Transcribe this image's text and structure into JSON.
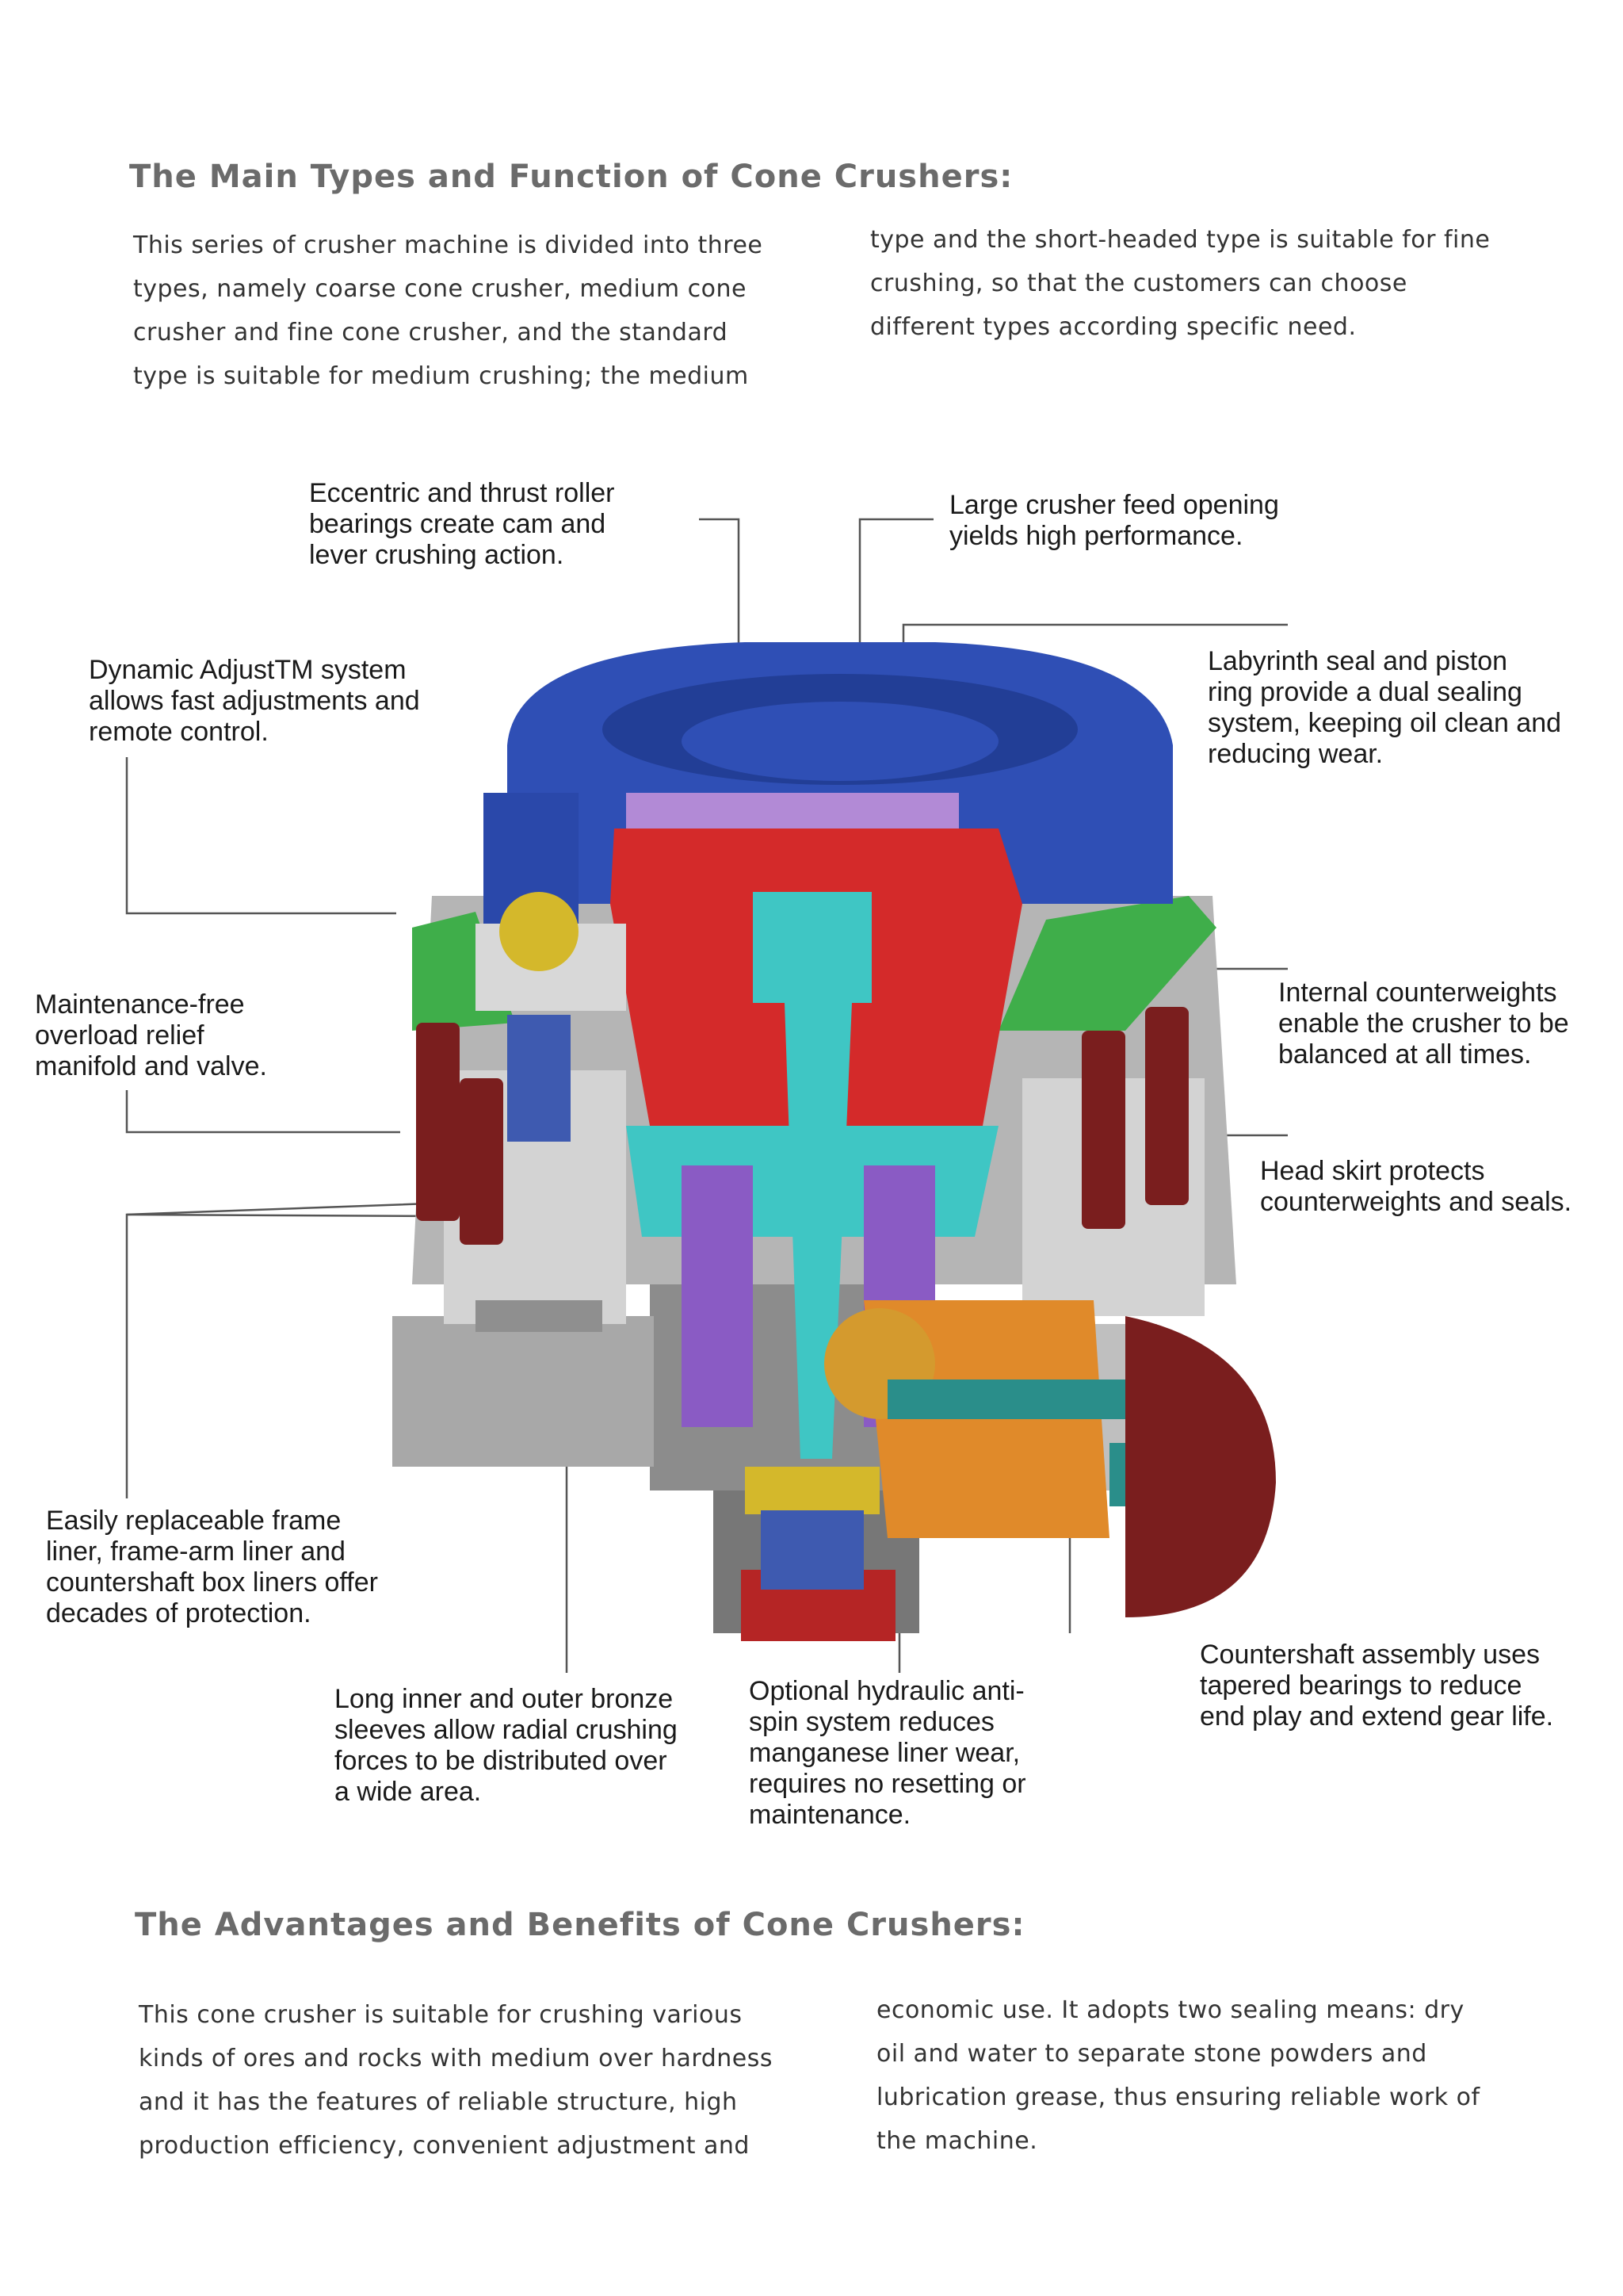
{
  "section1": {
    "title": "The Main Types and Function of Cone Crushers:",
    "col1": "This series of crusher machine is divided into three\ntypes, namely coarse cone crusher, medium cone\ncrusher and fine cone crusher, and the standard\ntype is suitable for medium crushing; the medium",
    "col2": "type and the short-headed type is suitable for fine\ncrushing, so that the customers can choose\ndifferent types according specific need."
  },
  "callouts": {
    "eccentric": "Eccentric and thrust roller\nbearings create cam and\nlever crushing action.",
    "feed_opening": "Large crusher feed opening\nyields high performance.",
    "dynamic_adjust": "Dynamic AdjustTM system\nallows fast adjustments and\nremote control.",
    "labyrinth": "Labyrinth seal and piston\nring provide a dual sealing\nsystem, keeping oil clean and\nreducing wear.",
    "overload": "Maintenance-free\noverload relief\nmanifold and valve.",
    "counterweights": "Internal counterweights\nenable the crusher to be\nbalanced at all times.",
    "head_skirt": "Head skirt protects\ncounterweights and seals.",
    "liners": "Easily replaceable frame\nliner, frame-arm liner and\ncountershaft box liners offer\ndecades of protection.",
    "bronze": "Long inner and outer bronze\nsleeves allow radial crushing\nforces to be distributed over\na wide area.",
    "anti_spin": "Optional hydraulic anti-\nspin system reduces\nmanganese liner wear,\nrequires no resetting or\nmaintenance.",
    "countershaft": "Countershaft assembly uses\ntapered bearings to reduce\nend play and extend gear life."
  },
  "section2": {
    "title": "The Advantages and Benefits of Cone Crushers:",
    "col1": "This cone crusher is suitable for crushing various\nkinds of ores and rocks with medium over hardness\nand it has the features of reliable structure, high\nproduction efficiency, convenient adjustment and",
    "col2": "economic use. It adopts two sealing means: dry\noil and water to separate stone powders and\nlubrication grease, thus ensuring reliable work of\nthe machine."
  },
  "colors": {
    "bowl_blue": "#2f4fb5",
    "mantle_red": "#d42a2a",
    "shaft_cyan": "#3fc6c4",
    "frame_gray": "#9a9a9a",
    "cylinder_maroon": "#7a1e1e",
    "bracket_green": "#3fae4a",
    "gear_orange": "#e08a2a",
    "bushing_purple": "#8a5bc4",
    "leader_line": "#555555"
  }
}
